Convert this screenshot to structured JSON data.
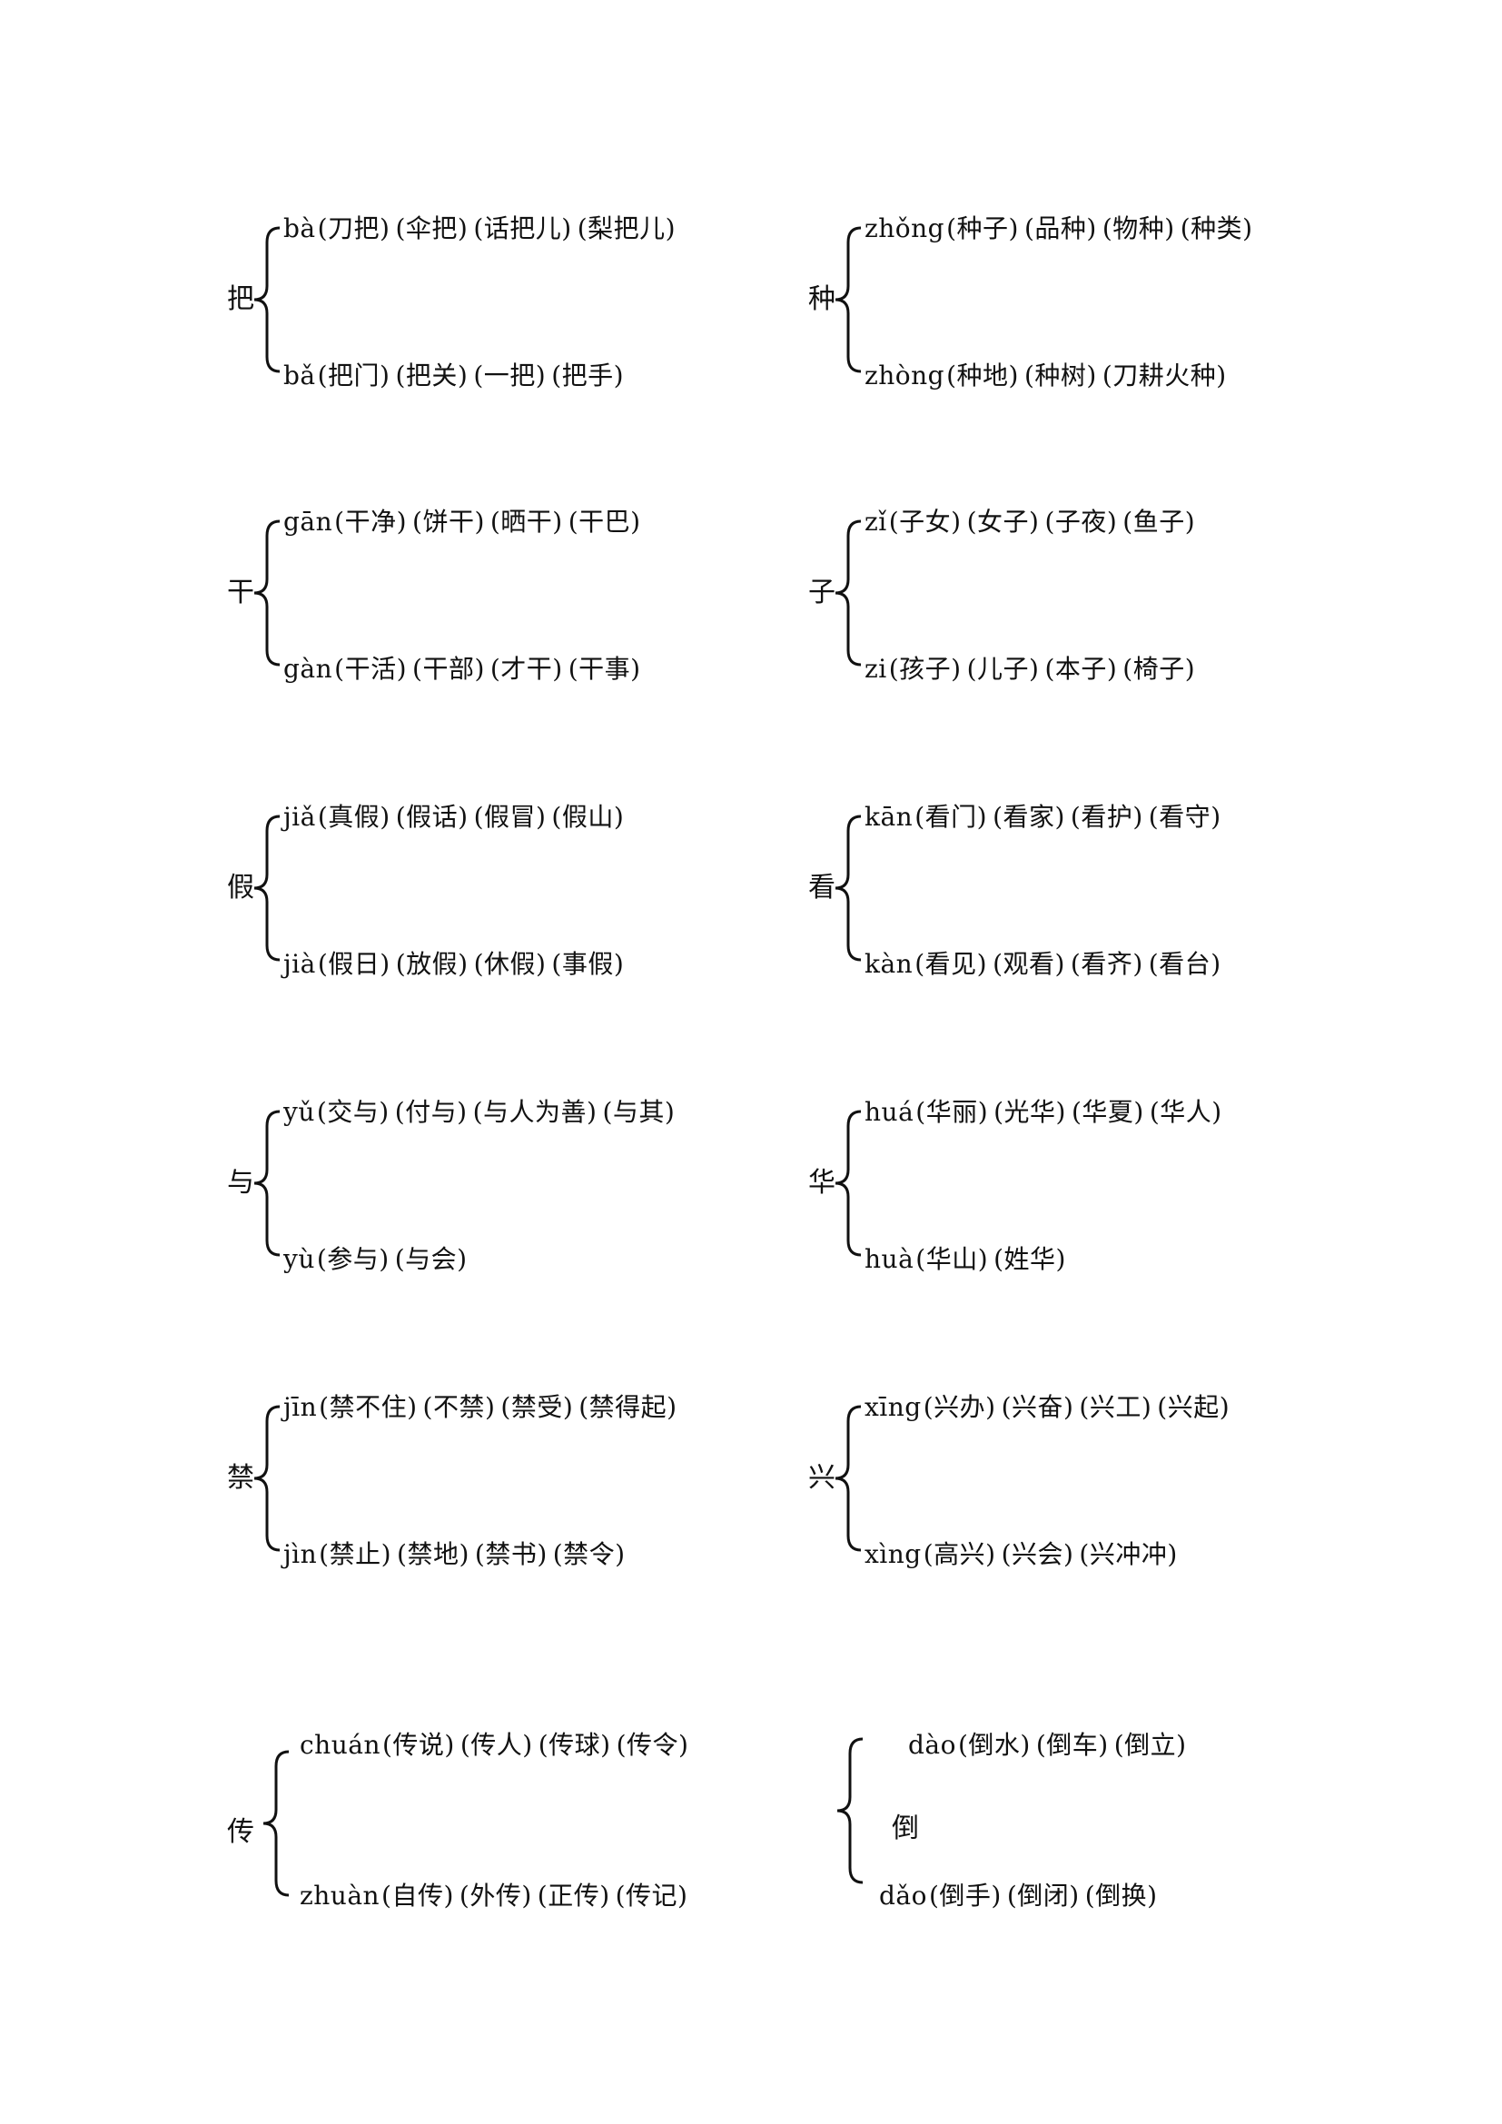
{
  "entries": [
    {
      "char": "把",
      "readings": [
        {
          "pinyin": "bà",
          "words": [
            "(刀把)",
            "(伞把)",
            "(话把儿)",
            "(梨把儿)"
          ]
        },
        {
          "pinyin": "bǎ",
          "words": [
            "(把门)",
            "(把关)",
            "(一把)",
            "(把手)"
          ]
        }
      ]
    },
    {
      "char": "种",
      "readings": [
        {
          "pinyin": "zhǒng",
          "words": [
            "(种子)",
            "(品种)",
            "(物种)",
            "(种类)"
          ]
        },
        {
          "pinyin": "zhòng",
          "words": [
            "(种地)",
            "(种树)",
            "(刀耕火种)"
          ]
        }
      ]
    },
    {
      "char": "干",
      "readings": [
        {
          "pinyin": "gān",
          "words": [
            "(干净)",
            "(饼干)",
            "(晒干)",
            "(干巴)"
          ]
        },
        {
          "pinyin": "gàn",
          "words": [
            "(干活)",
            "(干部)",
            "(才干)",
            "(干事)"
          ]
        }
      ]
    },
    {
      "char": "子",
      "readings": [
        {
          "pinyin": "zǐ",
          "words": [
            "(子女)",
            "(女子)",
            "(子夜)",
            "(鱼子)"
          ]
        },
        {
          "pinyin": "zi",
          "words": [
            "(孩子)",
            "(儿子)",
            "(本子)",
            "(椅子)"
          ]
        }
      ]
    },
    {
      "char": "假",
      "readings": [
        {
          "pinyin": "jiǎ",
          "words": [
            "(真假)",
            "(假话)",
            "(假冒)",
            "(假山)"
          ]
        },
        {
          "pinyin": "jià",
          "words": [
            "(假日)",
            "(放假)",
            "(休假)",
            "(事假)"
          ]
        }
      ]
    },
    {
      "char": "看",
      "readings": [
        {
          "pinyin": "kān",
          "words": [
            "(看门)",
            "(看家)",
            "(看护)",
            "(看守)"
          ]
        },
        {
          "pinyin": "kàn",
          "words": [
            "(看见)",
            "(观看)",
            "(看齐)",
            "(看台)"
          ]
        }
      ]
    },
    {
      "char": "与",
      "readings": [
        {
          "pinyin": "yǔ",
          "words": [
            "(交与)",
            "(付与)",
            "(与人为善)",
            "(与其)"
          ]
        },
        {
          "pinyin": "yù",
          "words": [
            "(参与)",
            "(与会)"
          ]
        }
      ]
    },
    {
      "char": "华",
      "readings": [
        {
          "pinyin": "huá",
          "words": [
            "(华丽)",
            "(光华)",
            "(华夏)",
            "(华人)"
          ]
        },
        {
          "pinyin": "huà",
          "words": [
            "(华山)",
            "(姓华)"
          ]
        }
      ]
    },
    {
      "char": "禁",
      "readings": [
        {
          "pinyin": "jīn",
          "words": [
            "(禁不住)",
            "(不禁)",
            "(禁受)",
            "(禁得起)"
          ]
        },
        {
          "pinyin": "jìn",
          "words": [
            "(禁止)",
            "(禁地)",
            "(禁书)",
            "(禁令)"
          ]
        }
      ]
    },
    {
      "char": "兴",
      "readings": [
        {
          "pinyin": "xīng",
          "words": [
            "(兴办)",
            "(兴奋)",
            "(兴工)",
            "(兴起)"
          ]
        },
        {
          "pinyin": "xìng",
          "words": [
            "(高兴)",
            "(兴会)",
            "(兴冲冲)"
          ]
        }
      ]
    },
    {
      "char": "传",
      "readings": [
        {
          "pinyin": "chuán",
          "words": [
            "(传说)",
            "(传人)",
            "(传球)",
            "(传令)"
          ]
        },
        {
          "pinyin": "zhuàn",
          "words": [
            "(自传)",
            "(外传)",
            "(正传)",
            "(传记)"
          ]
        }
      ]
    },
    {
      "char": "倒",
      "readings": [
        {
          "pinyin": "dào",
          "words": [
            "(倒水)",
            "(倒车)",
            "(倒立)"
          ]
        },
        {
          "pinyin": "dǎo",
          "words": [
            "(倒手)",
            "(倒闭)",
            "(倒换)"
          ]
        }
      ]
    }
  ]
}
